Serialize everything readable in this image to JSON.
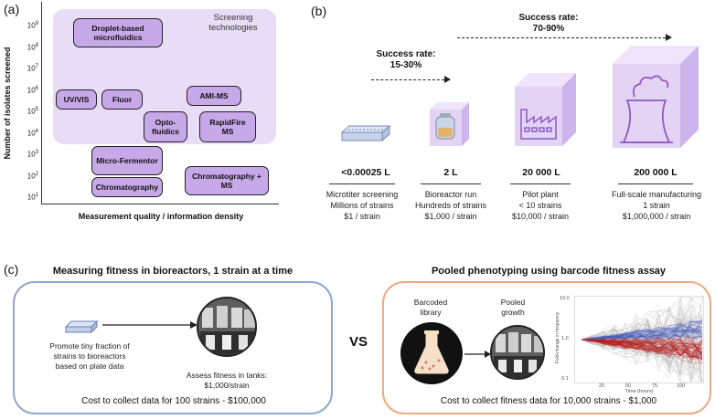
{
  "panel_a": {
    "label": "(a)",
    "y_axis_label": "Number of isolates screened",
    "x_axis_label": "Measurement quality / information density",
    "region_label": "Screening technologies",
    "y_ticks": [
      {
        "base": "10",
        "exp": "9"
      },
      {
        "base": "10",
        "exp": "8"
      },
      {
        "base": "10",
        "exp": "7"
      },
      {
        "base": "10",
        "exp": "6"
      },
      {
        "base": "10",
        "exp": "5"
      },
      {
        "base": "10",
        "exp": "4"
      },
      {
        "base": "10",
        "exp": "3"
      },
      {
        "base": "10",
        "exp": "2"
      },
      {
        "base": "10",
        "exp": "1"
      }
    ],
    "technologies": {
      "droplet": "Droplet-based microfluidics",
      "uvvis": "UV/VIS",
      "fluor": "Fluor",
      "amims": "AMI-MS",
      "opto": "Opto-fluidics",
      "rapidfire": "RapidFire MS",
      "microfermentor": "Micro-Fermentor",
      "chromatography": "Chromatography",
      "chromms": "Chromatography + MS"
    }
  },
  "panel_b": {
    "label": "(b)",
    "success_1": {
      "title": "Success rate:",
      "value": "15-30%"
    },
    "success_2": {
      "title": "Success rate:",
      "value": "70-90%"
    },
    "stages": [
      {
        "volume": "<0.00025 L",
        "name": "Microtiter screening",
        "strains": "Millions of strains",
        "cost": "$1 / strain"
      },
      {
        "volume": "2 L",
        "name": "Bioreactor run",
        "strains": "Hundreds of strains",
        "cost": "$1,000 / strain"
      },
      {
        "volume": "20 000 L",
        "name": "Pilot plant",
        "strains": "< 10 strains",
        "cost": "$10,000 / strain"
      },
      {
        "volume": "200 000 L",
        "name": "Full-scale manufacturing",
        "strains": "1 strain",
        "cost": "$1,000,000 / strain"
      }
    ]
  },
  "panel_c": {
    "label": "(c)",
    "left": {
      "title": "Measuring fitness in bioreactors, 1 strain at a time",
      "promote": "Promote tiny fraction of strains to bioreactors based on plate data",
      "assess": "Assess fitness in tanks: $1,000/strain",
      "cost": "Cost to collect data for 100 strains - $100,000"
    },
    "vs": "VS",
    "right": {
      "title": "Pooled phenotyping using barcode fitness assay",
      "library": "Barcoded library",
      "growth": "Pooled growth",
      "cost": "Cost to collect fitness data for 10,000 strains - $1,000",
      "plot": {
        "ylabel": "Fold-change in frequency",
        "xlabel": "Time (hours)",
        "yticks": [
          "10.0",
          "1.0",
          "0.1"
        ],
        "xticks": [
          "25",
          "50",
          "75",
          "100"
        ]
      }
    }
  },
  "colors": {
    "lavender": "#e8dcf7",
    "tech_fill": "#c7a8e8",
    "left_box_border": "#90a8cf",
    "right_box_border": "#ecaa7f",
    "blue_lines": "#4a5bb8",
    "red_lines": "#b32020"
  }
}
